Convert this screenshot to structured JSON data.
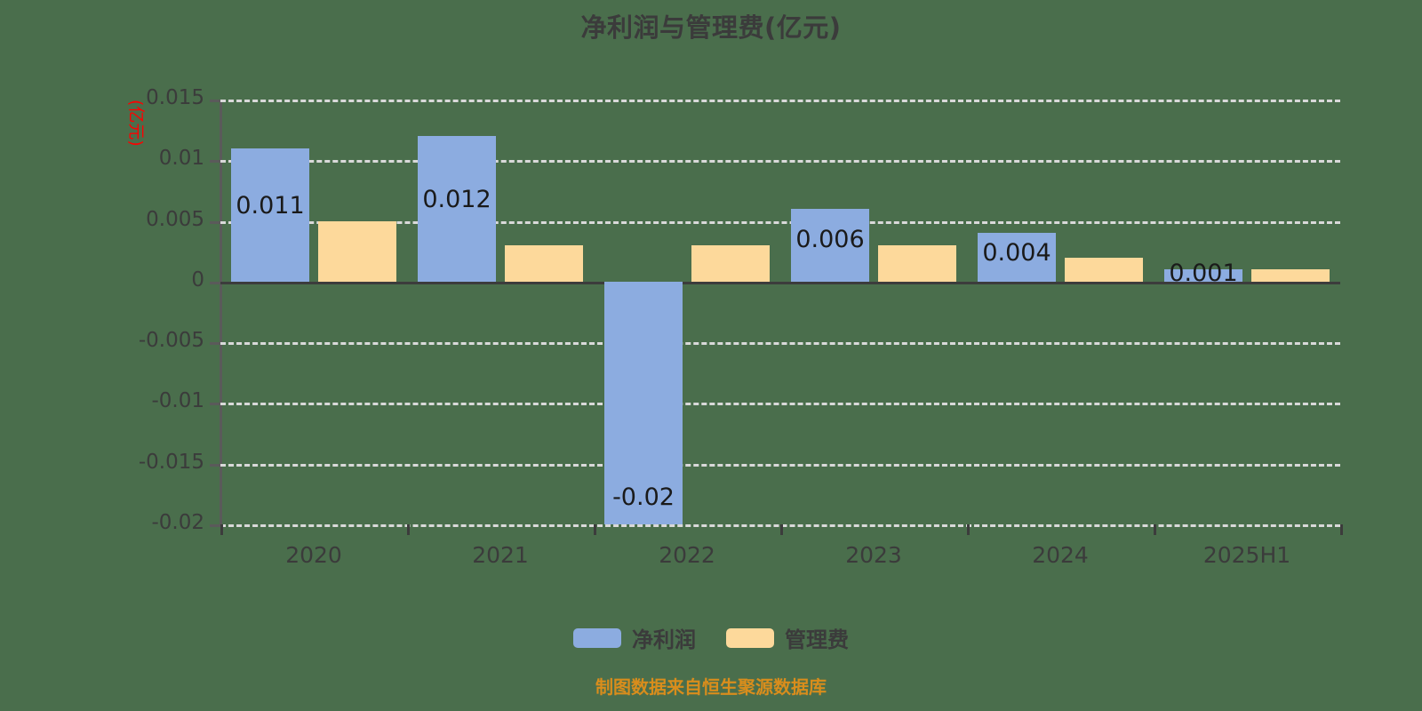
{
  "chart_data": {
    "type": "bar",
    "title": "净利润与管理费(亿元)",
    "xlabel": "",
    "ylabel": "(亿元)",
    "unit_label": "(亿元)",
    "categories": [
      "2020",
      "2021",
      "2022",
      "2023",
      "2024",
      "2025H1"
    ],
    "series": [
      {
        "name": "净利润",
        "color": "#8cace0",
        "values": [
          0.011,
          0.012,
          -0.02,
          0.006,
          0.004,
          0.001
        ],
        "labels": [
          "0.011",
          "0.012",
          "-0.02",
          "0.006",
          "0.004",
          "0.001"
        ]
      },
      {
        "name": "管理费",
        "color": "#fdd99b",
        "values": [
          0.005,
          0.003,
          0.003,
          0.003,
          0.002,
          0.001
        ],
        "labels": [
          "",
          "",
          "",
          "",
          "",
          ""
        ]
      }
    ],
    "ylim": [
      -0.02,
      0.015
    ],
    "yticks": [
      0.015,
      0.01,
      0.005,
      0,
      -0.005,
      -0.01,
      -0.015,
      -0.02
    ],
    "ytick_labels": [
      "0.015",
      "0.01",
      "0.005",
      "0",
      "-0.005",
      "-0.01",
      "-0.015",
      "-0.02"
    ],
    "grid": true,
    "legend_position": "bottom"
  },
  "legend": {
    "items": [
      {
        "label": "净利润",
        "color": "#8cace0"
      },
      {
        "label": "管理费",
        "color": "#fdd99b"
      }
    ]
  },
  "footer": {
    "note": "制图数据来自恒生聚源数据库"
  },
  "colors": {
    "background": "#4a6e4c",
    "net_profit": "#8cace0",
    "admin_fee": "#fdd99b",
    "axis": "#3c3c3c",
    "grid": "#d9d9d9",
    "unit_label": "#ff0000",
    "footer": "#d98d1c"
  }
}
